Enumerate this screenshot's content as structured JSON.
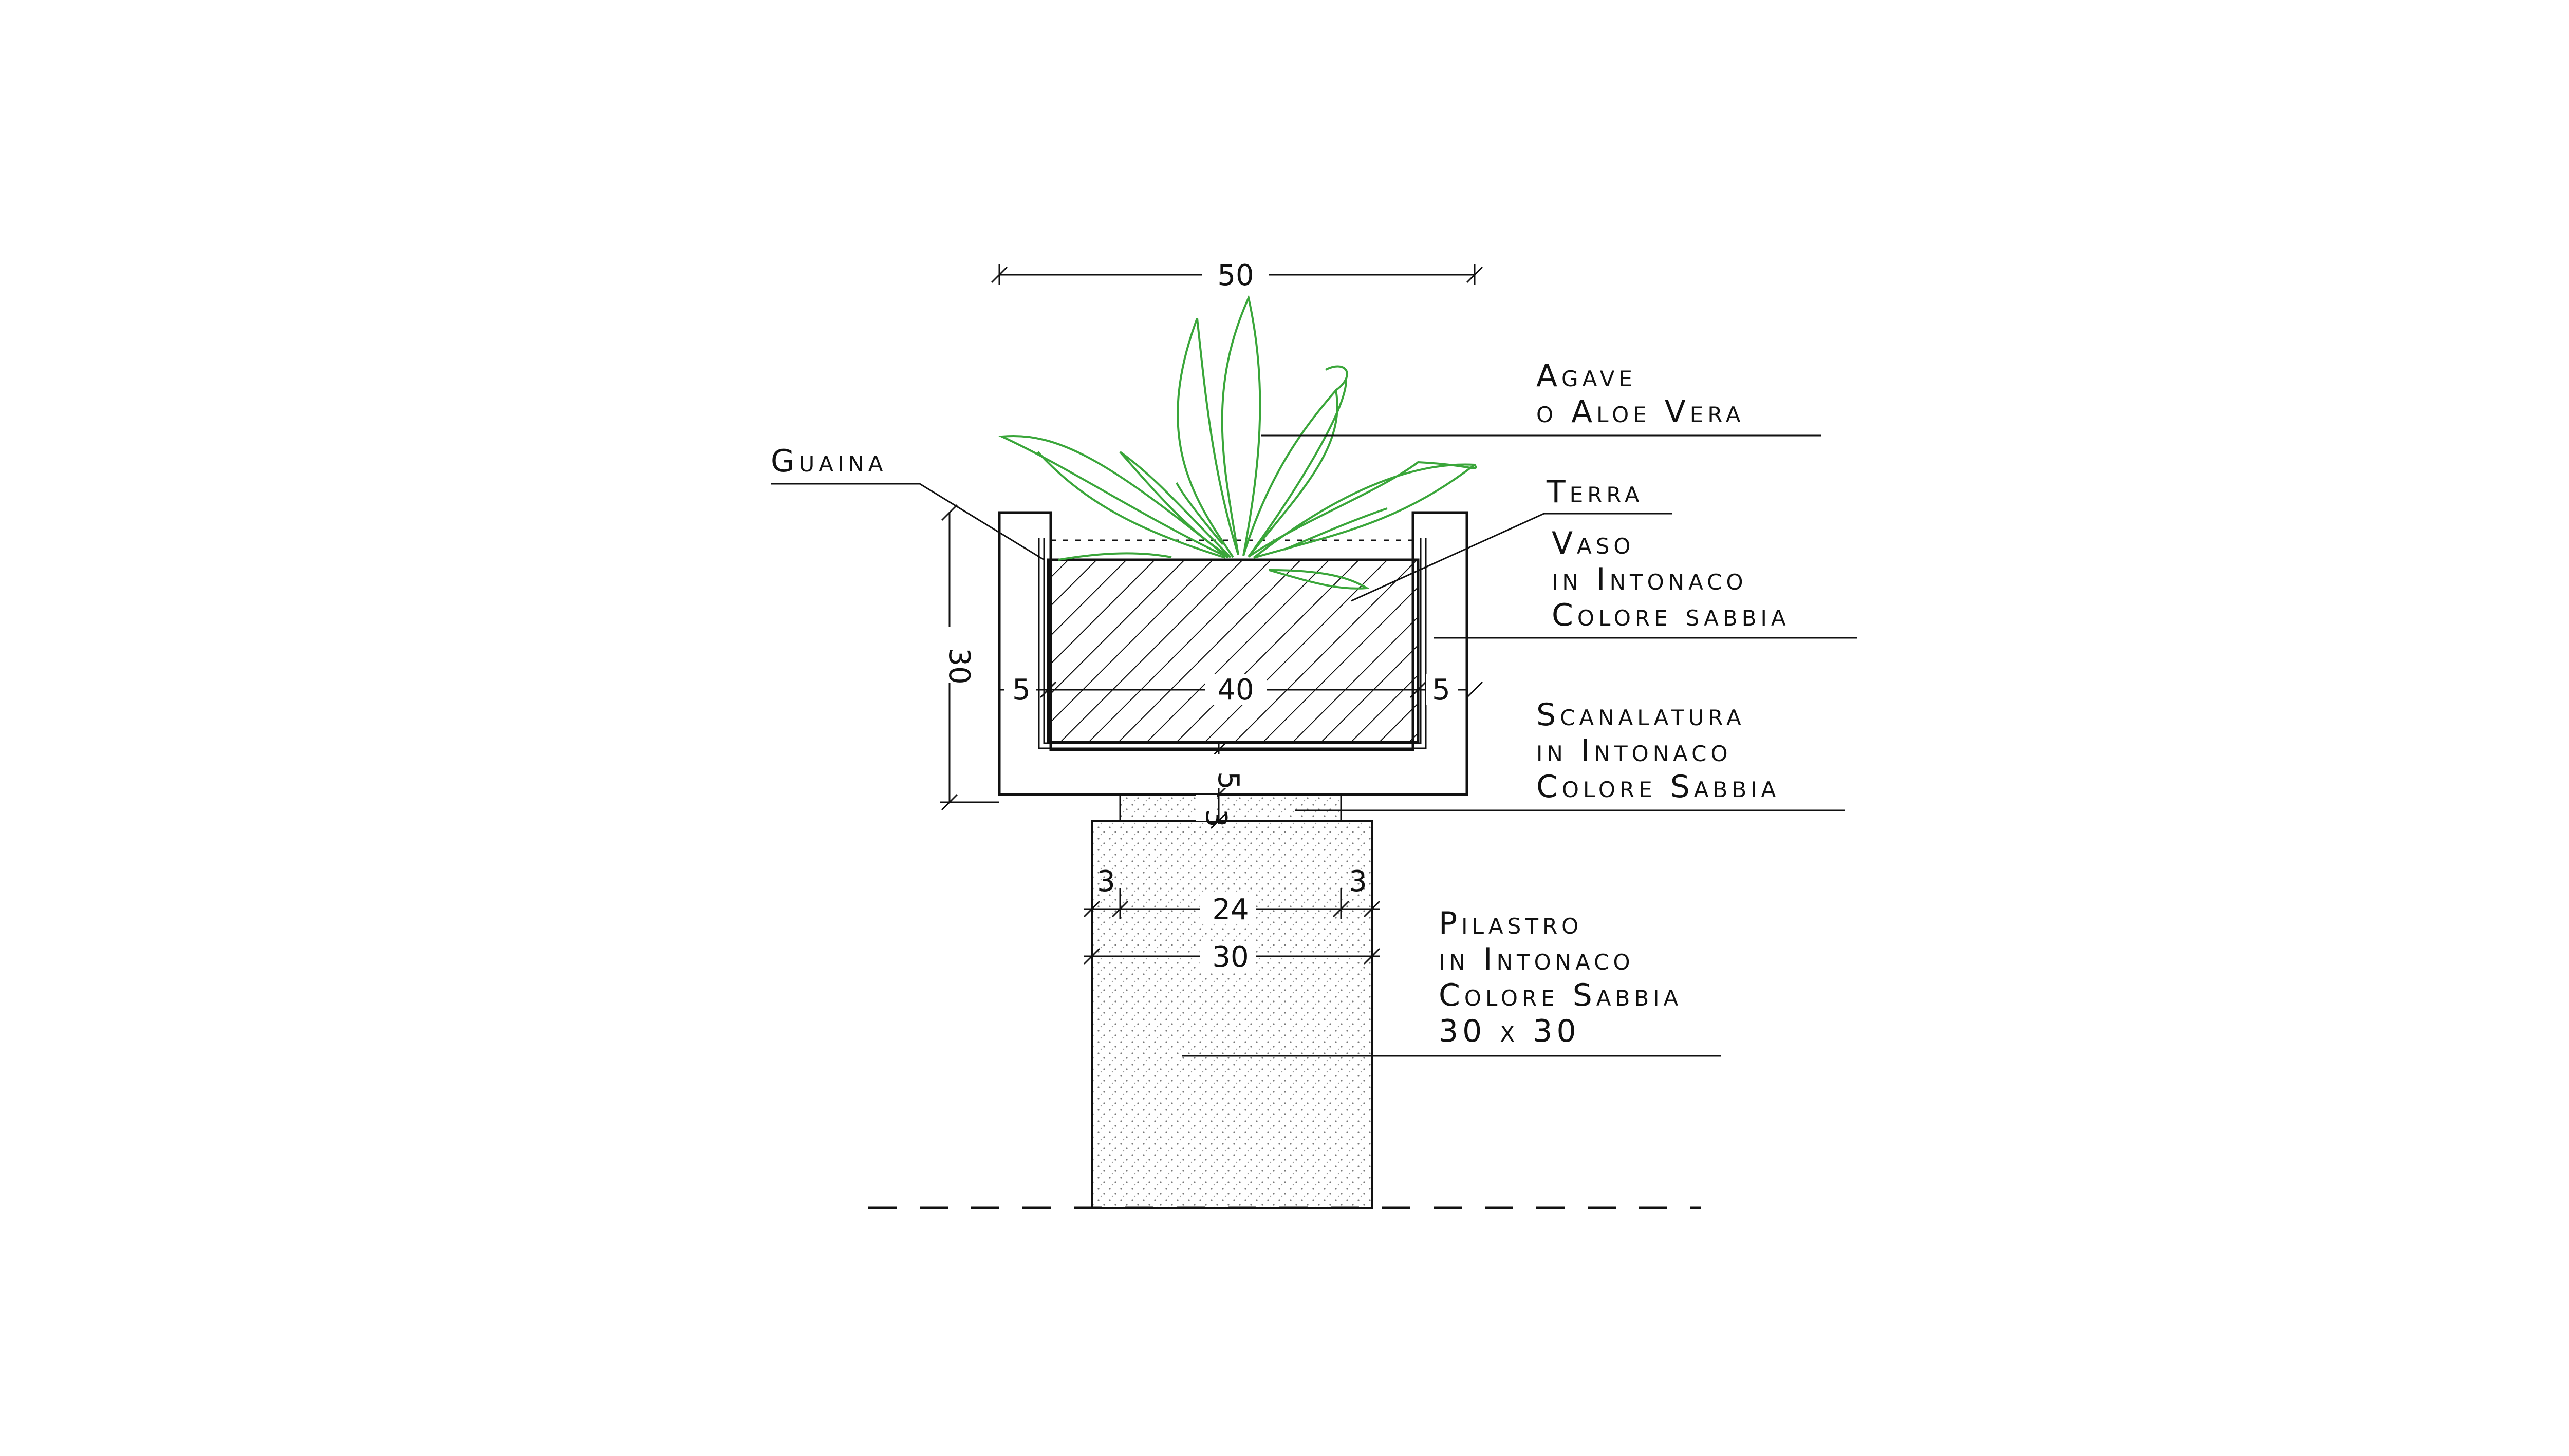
{
  "labels": {
    "agave_1": "Agave",
    "agave_2": "o Aloe Vera",
    "guaina": "Guaina",
    "terra": "Terra",
    "vaso_1": "Vaso",
    "vaso_2": "in Intonaco",
    "vaso_3": "Colore sabbia",
    "scan_1": "Scanalatura",
    "scan_2": "in Intonaco",
    "scan_3": "Colore Sabbia",
    "pil_1": "Pilastro",
    "pil_2": "in Intonaco",
    "pil_3": "Colore Sabbia",
    "pil_4": "30 x 30"
  },
  "dimensions": {
    "top_width": "50",
    "height": "30",
    "left_wall": "5",
    "inner_width": "40",
    "right_wall": "5",
    "base_gap": "5",
    "groove_height": "3",
    "groove_left": "3",
    "groove_mid": "24",
    "groove_right": "3",
    "pillar_width": "30"
  },
  "colors": {
    "line": "#111111",
    "plant": "#3aa63a"
  }
}
